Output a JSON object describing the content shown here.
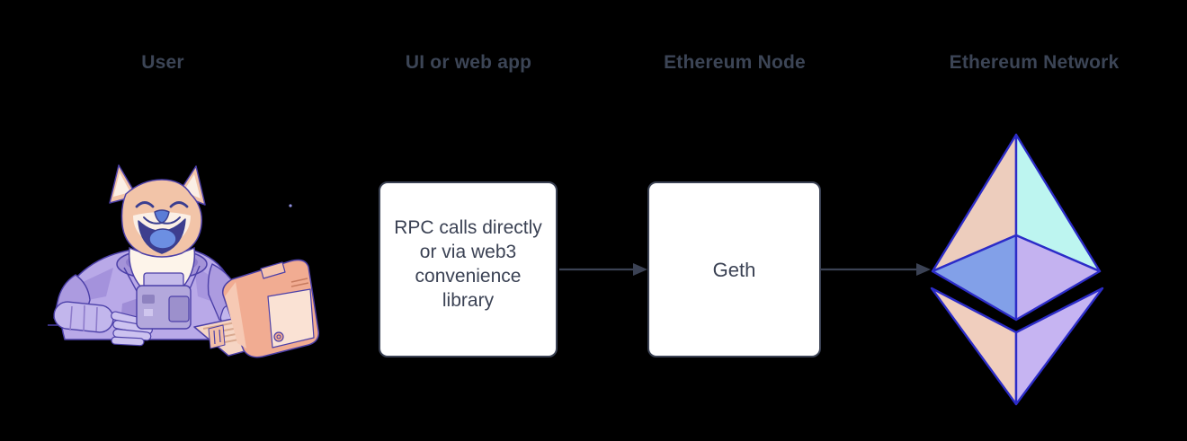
{
  "diagram": {
    "columns": [
      {
        "id": "user",
        "label": "User",
        "icon": "doge-astronaut-at-computer-icon"
      },
      {
        "id": "ui",
        "label": "UI or web app",
        "box_lines": [
          "RPC calls directly",
          "or via web3",
          "convenience",
          "library"
        ]
      },
      {
        "id": "node",
        "label": "Ethereum Node",
        "box_lines": [
          "Geth"
        ]
      },
      {
        "id": "network",
        "label": "Ethereum Network",
        "icon": "ethereum-diamond-icon"
      }
    ],
    "arrows": [
      {
        "from": "ui",
        "to": "node"
      },
      {
        "from": "node",
        "to": "network"
      }
    ]
  },
  "colors": {
    "background": "#000000",
    "label_text": "#3C4556",
    "box_border": "#3B4254",
    "box_fill": "#FFFFFF",
    "arrow": "#3B4254",
    "eth_outline": "#2C2CC8",
    "eth_top_left": "#EDCDBD",
    "eth_top_right": "#BDF5F0",
    "eth_mid_left": "#82A0E8",
    "eth_mid_right": "#C4B2F0",
    "eth_bottom_left": "#F0CEBE",
    "eth_bottom_right": "#C6B4F2",
    "doge_fur": "#F2C4A8",
    "doge_suit": "#B9A9E8",
    "doge_tongue": "#6C8FE2",
    "computer_body": "#F1AC92"
  }
}
